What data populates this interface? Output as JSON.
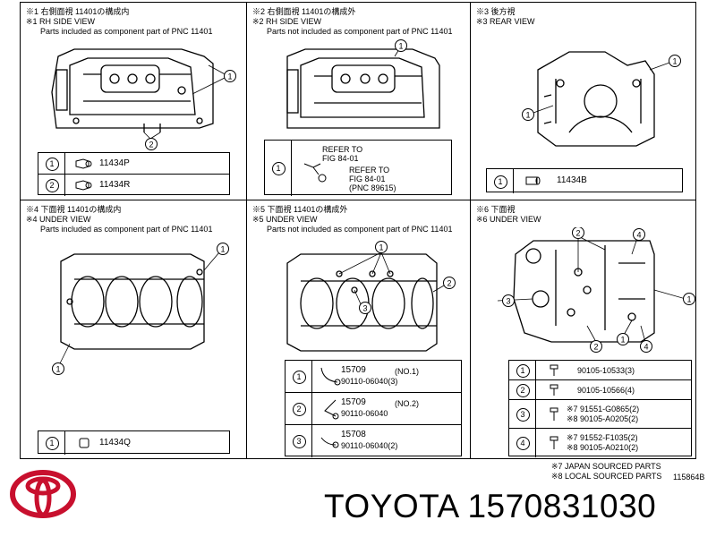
{
  "panels": [
    {
      "ja": "※1 右側面視 11401の構成内",
      "en": "※1 RH SIDE VIEW",
      "desc": "Parts included as component part of PNC 11401"
    },
    {
      "ja": "※2 右側面視 11401の構成外",
      "en": "※2 RH SIDE VIEW",
      "desc": "Parts not included as component part of PNC 11401"
    },
    {
      "ja": "※3 後方視",
      "en": "※3 REAR VIEW",
      "desc": ""
    },
    {
      "ja": "※4 下面視 11401の構成内",
      "en": "※4 UNDER VIEW",
      "desc": "Parts included as component part of PNC 11401"
    },
    {
      "ja": "※5 下面視 11401の構成外",
      "en": "※5 UNDER VIEW",
      "desc": "Parts not included as component part of PNC 11401"
    },
    {
      "ja": "※6 下面視",
      "en": "※6 UNDER VIEW",
      "desc": ""
    }
  ],
  "callouts": {
    "one": "1",
    "two": "2",
    "three": "3",
    "four": "4"
  },
  "tables": {
    "p1": {
      "r1": "11434P",
      "r2": "11434R"
    },
    "p2": {
      "a1": "REFER TO",
      "a2": "FIG 84-01",
      "b1": "REFER TO",
      "b2": "FIG 84-01",
      "b3": "(PNC 89615)"
    },
    "p3": {
      "r1": "11434B"
    },
    "p4": {
      "r1": "11434Q"
    },
    "p5": {
      "r1a": "15709",
      "r1b": "(NO.1)",
      "r1c": "90110-06040(3)",
      "r2a": "15709",
      "r2b": "(NO.2)",
      "r2c": "90110-06040",
      "r3a": "15708",
      "r3b": "90110-06040(2)"
    },
    "p6": {
      "r1": "90105-10533(3)",
      "r2": "90105-10566(4)",
      "r3a": "※7 91551-G0865(2)",
      "r3b": "※8 90105-A0205(2)",
      "r4a": "※7 91552-F1035(2)",
      "r4b": "※8 90105-A0210(2)"
    }
  },
  "footnotes": {
    "jp": "※7 JAPAN SOURCED PARTS",
    "local": "※8 LOCAL SOURCED PARTS",
    "code": "115864B"
  },
  "brand": {
    "text": "TOYOTA 1570831030",
    "logo_color": "#c8102e"
  },
  "icons": [
    "toyota-logo-icon",
    "bolt-icon",
    "plug-icon",
    "pipe-icon"
  ]
}
